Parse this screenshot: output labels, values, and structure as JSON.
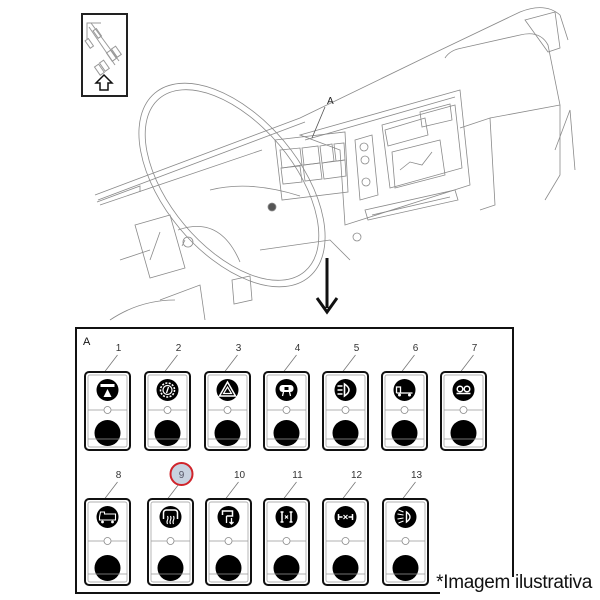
{
  "diagram": {
    "callout_letter_dash": "A",
    "panel_label": "A",
    "highlighted_switch": "9",
    "highlight_color": "#d0242b",
    "caption": "*Imagem ilustrativa",
    "switches": [
      {
        "number": "1",
        "icon": "cab-tilt-warning-icon"
      },
      {
        "number": "2",
        "icon": "brake-system-icon"
      },
      {
        "number": "3",
        "icon": "hazard-warning-icon"
      },
      {
        "number": "4",
        "icon": "differential-lock-icon"
      },
      {
        "number": "5",
        "icon": "headlight-icon"
      },
      {
        "number": "6",
        "icon": "trailer-tow-icon"
      },
      {
        "number": "7",
        "icon": "tachograph-icon"
      },
      {
        "number": "8",
        "icon": "truck-load-icon"
      },
      {
        "number": "9",
        "icon": "rear-window-defrost-icon"
      },
      {
        "number": "10",
        "icon": "power-takeoff-icon"
      },
      {
        "number": "11",
        "icon": "axle-lock-icon"
      },
      {
        "number": "12",
        "icon": "inter-axle-lock-icon"
      },
      {
        "number": "13",
        "icon": "work-light-icon"
      }
    ]
  }
}
